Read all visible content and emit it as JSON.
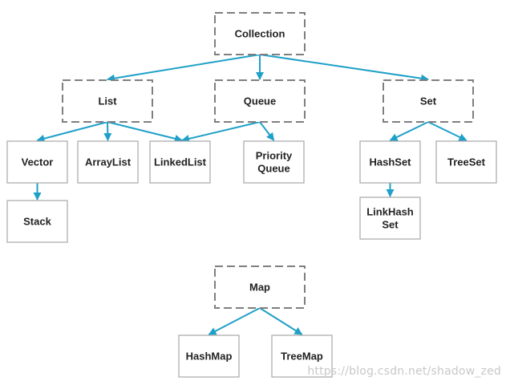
{
  "diagram": {
    "nodes": {
      "collection": {
        "label": "Collection",
        "kind": "interface"
      },
      "list": {
        "label": "List",
        "kind": "interface"
      },
      "queue": {
        "label": "Queue",
        "kind": "interface"
      },
      "set": {
        "label": "Set",
        "kind": "interface"
      },
      "vector": {
        "label": "Vector",
        "kind": "class"
      },
      "arraylist": {
        "label": "ArrayList",
        "kind": "class"
      },
      "linkedlist": {
        "label": "LinkedList",
        "kind": "class"
      },
      "priorityqueue": {
        "label": "Priority\nQueue",
        "kind": "class"
      },
      "hashset": {
        "label": "HashSet",
        "kind": "class"
      },
      "treeset": {
        "label": "TreeSet",
        "kind": "class"
      },
      "stack": {
        "label": "Stack",
        "kind": "class"
      },
      "linkedhashset": {
        "label": "LinkHash\nSet",
        "kind": "class"
      },
      "map": {
        "label": "Map",
        "kind": "interface"
      },
      "hashmap": {
        "label": "HashMap",
        "kind": "class"
      },
      "treemap": {
        "label": "TreeMap",
        "kind": "class"
      }
    },
    "edges": [
      {
        "from": "collection",
        "to": "list"
      },
      {
        "from": "collection",
        "to": "queue"
      },
      {
        "from": "collection",
        "to": "set"
      },
      {
        "from": "list",
        "to": "vector"
      },
      {
        "from": "list",
        "to": "arraylist"
      },
      {
        "from": "list",
        "to": "linkedlist"
      },
      {
        "from": "queue",
        "to": "linkedlist"
      },
      {
        "from": "queue",
        "to": "priorityqueue"
      },
      {
        "from": "set",
        "to": "hashset"
      },
      {
        "from": "set",
        "to": "treeset"
      },
      {
        "from": "vector",
        "to": "stack"
      },
      {
        "from": "hashset",
        "to": "linkedhashset"
      },
      {
        "from": "map",
        "to": "hashmap"
      },
      {
        "from": "map",
        "to": "treemap"
      }
    ],
    "colors": {
      "edge": "#1fa0c8",
      "interface_border": "#7f7f7f",
      "class_border": "#a6a6a6"
    }
  },
  "watermark": "https://blog.csdn.net/shadow_zed"
}
